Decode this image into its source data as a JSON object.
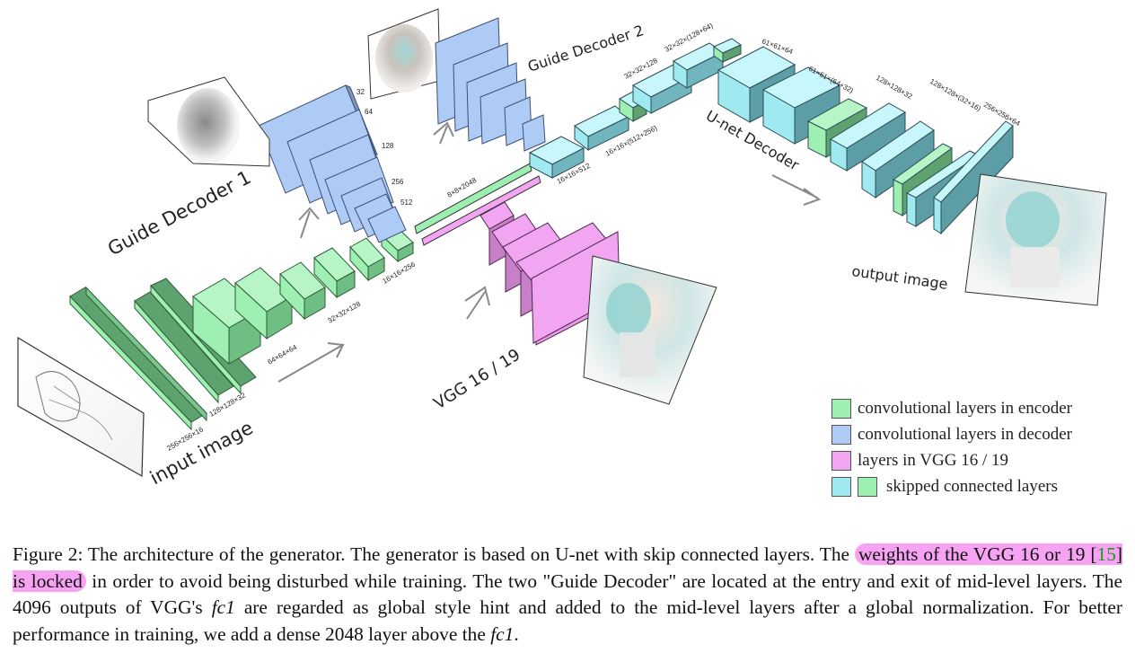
{
  "labels": {
    "guide_decoder_1": "Guide Decoder 1",
    "guide_decoder_2": "Guide Decoder 2",
    "unet_decoder": "U-net Decoder",
    "vgg": "VGG 16 / 19",
    "input_image": "input image",
    "output_image": "output image"
  },
  "dims": {
    "enc_256": "256×256×16",
    "enc_128": "128×128×32",
    "enc_64": "64×64×64",
    "enc_32": "32×32×128",
    "enc_16": "16×16×256",
    "mid_8": "8×8×2048",
    "mid_16": "16×16×512",
    "dec_16": "16×16×(512+256)",
    "dec_32a": "32×32×128",
    "dec_32b": "32×32×(128+64)",
    "dec_64a": "61×61×64",
    "dec_64b": "61×61×(64+32)",
    "dec_128a": "128×128×32",
    "dec_128b": "128×128×(32+16)",
    "dec_256": "256×256×64",
    "g1_32": "32",
    "g1_64": "64",
    "g1_128": "128",
    "g1_256": "256",
    "g1_512": "512"
  },
  "legend": [
    {
      "label": "convolutional layers in encoder",
      "color": "#9ef0b2"
    },
    {
      "label": "convolutional layers in decoder",
      "color": "#aecbf5"
    },
    {
      "label": "layers in VGG 16 / 19",
      "color": "#f2a6f2"
    },
    {
      "label": "skipped connected layers",
      "color": "#9fe9f0",
      "color2": "#9ef0b2"
    }
  ],
  "caption": {
    "p1": "Figure 2: The architecture of the generator. The generator is based on U-net with skip connected layers. The ",
    "hl1": "weights of the VGG 16 or 19 [",
    "cite": "15",
    "hl2": "] is locked",
    "p2": " in order to avoid being disturbed while training. The two \"Guide Decoder\" are located at the entry and exit of mid-level layers. The 4096 outputs of VGG's ",
    "fc1a": "fc1",
    "p3": " are regarded as global style hint and added to the mid-level layers after a global normalization. For better performance in training, we add a dense 2048 layer above the ",
    "fc1b": "fc1",
    "p4": "."
  },
  "colors": {
    "encoder": "#9ef0b2",
    "decoder": "#aecbf5",
    "vgg": "#f2a6f2",
    "skip": "#9fe9f0",
    "highlight": "#f7a3f4"
  }
}
